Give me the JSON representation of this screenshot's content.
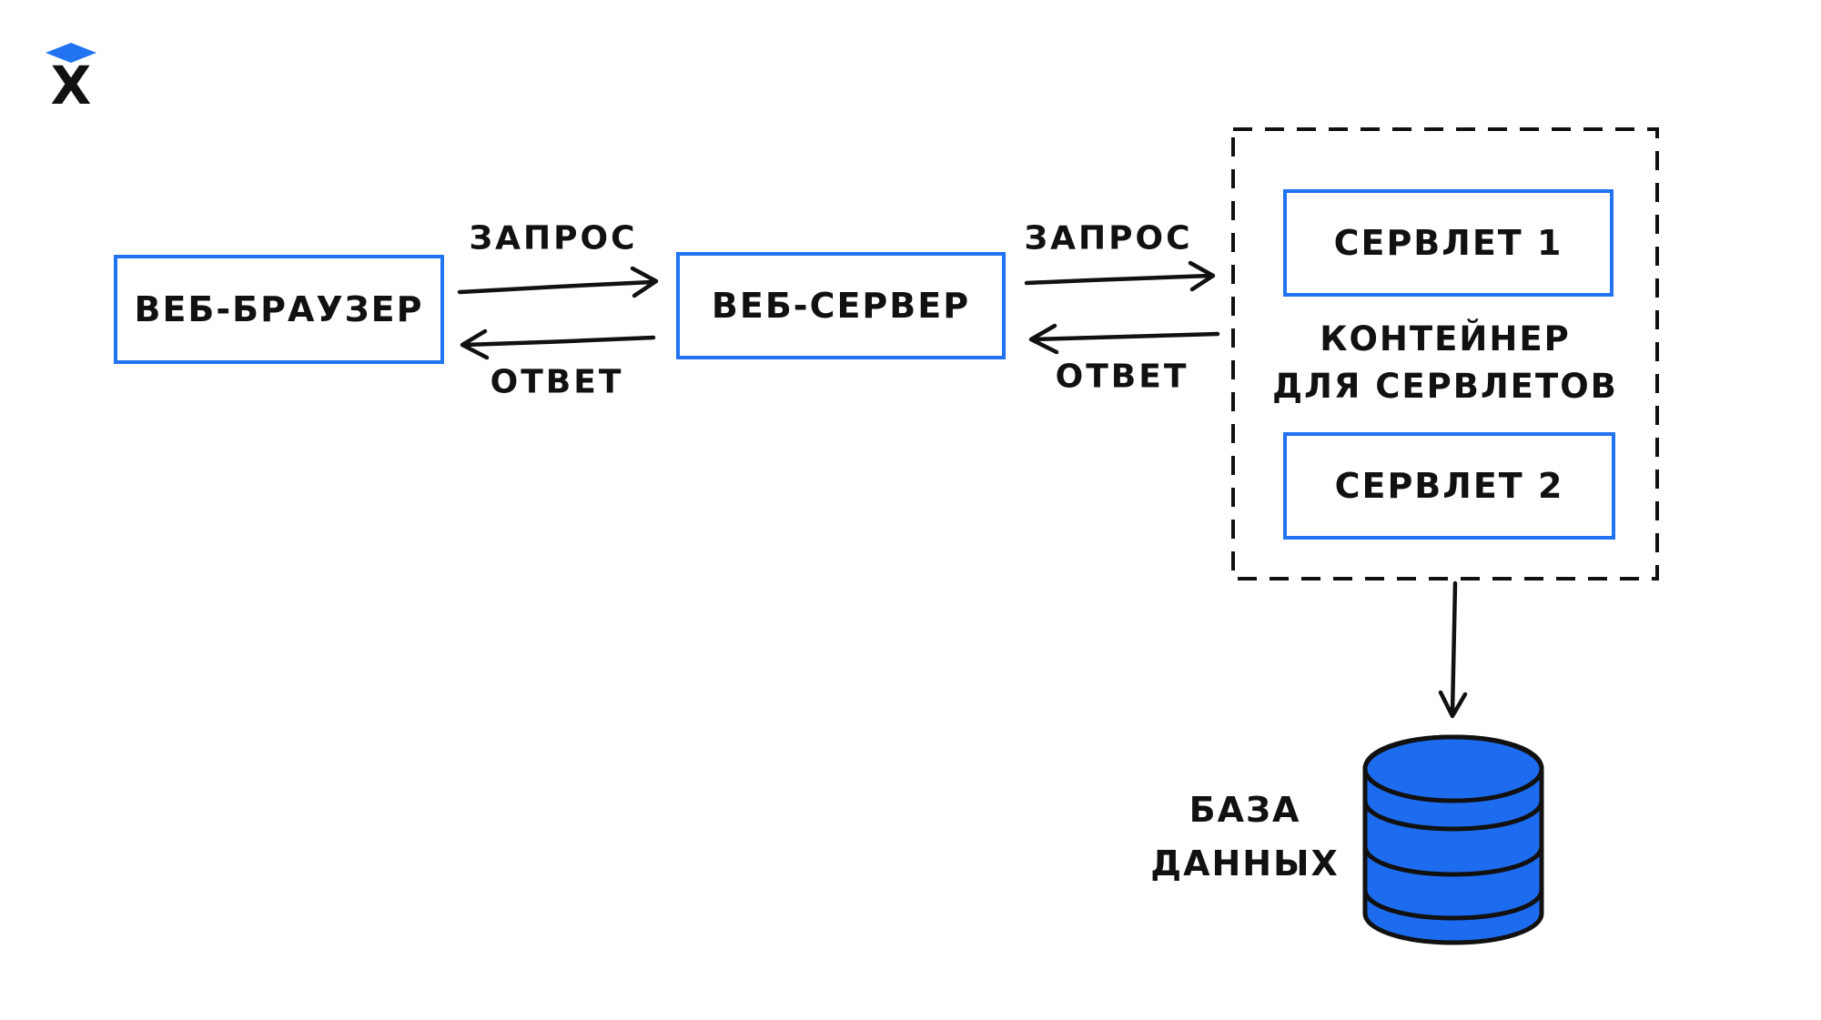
{
  "colors": {
    "accent_blue": "#2173f2",
    "db_fill": "#1d6cf0",
    "ink": "#111111"
  },
  "logo": {
    "letter": "X"
  },
  "nodes": {
    "browser": {
      "label": "ВЕБ-БРАУЗЕР"
    },
    "server": {
      "label": "ВЕБ-СЕРВЕР"
    },
    "servlet1": {
      "label": "СЕРВЛЕТ 1"
    },
    "servlet2": {
      "label": "СЕРВЛЕТ 2"
    }
  },
  "container": {
    "line1": "КОНТЕЙНЕР",
    "line2": "ДЛЯ СЕРВЛЕТОВ"
  },
  "edges": {
    "browser_server": {
      "request": "ЗАПРОС",
      "response": "ОТВЕТ"
    },
    "server_container": {
      "request": "ЗАПРОС",
      "response": "ОТВЕТ"
    }
  },
  "database": {
    "line1": "БАЗА",
    "line2": "ДАННЫХ"
  }
}
